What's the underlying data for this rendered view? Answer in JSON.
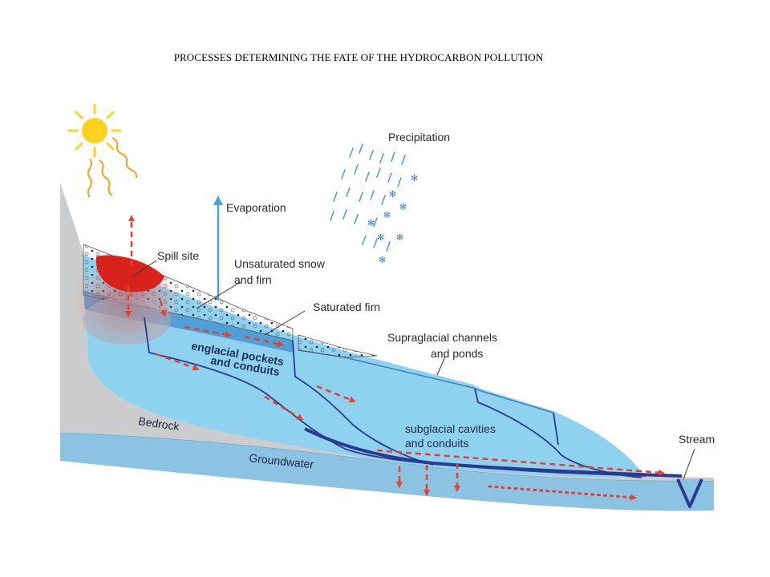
{
  "title": "PROCESSES DETERMINING THE FATE  OF THE HYDROCARBON POLLUTION",
  "labels": {
    "precipitation": "Precipitation",
    "evaporation": "Evaporation",
    "spill_site": "Spill site",
    "unsaturated_1": "Unsaturated snow",
    "unsaturated_2": "and firn",
    "saturated_firn": "Saturated firn",
    "supraglacial_1": "Supraglacial channels",
    "supraglacial_2": "and ponds",
    "englacial_1": "englacial pockets",
    "englacial_2": "and conduits",
    "subglacial_1": "subglacial cavities",
    "subglacial_2": "and conduits",
    "bedrock": "Bedrock",
    "groundwater": "Groundwater",
    "stream": "Stream"
  },
  "icons": {
    "sun": "sun-icon",
    "snowflake": "snowflake-icon"
  },
  "colors": {
    "ice": "#8fd2f0",
    "ice_dark": "#5fa9d8",
    "groundwater": "#8cc3e3",
    "bedrock": "#c9cacb",
    "pollution": "#d8231c",
    "arrow": "#e8412b",
    "conduit": "#2a3b8f",
    "evaporation": "#4aa3d6"
  }
}
